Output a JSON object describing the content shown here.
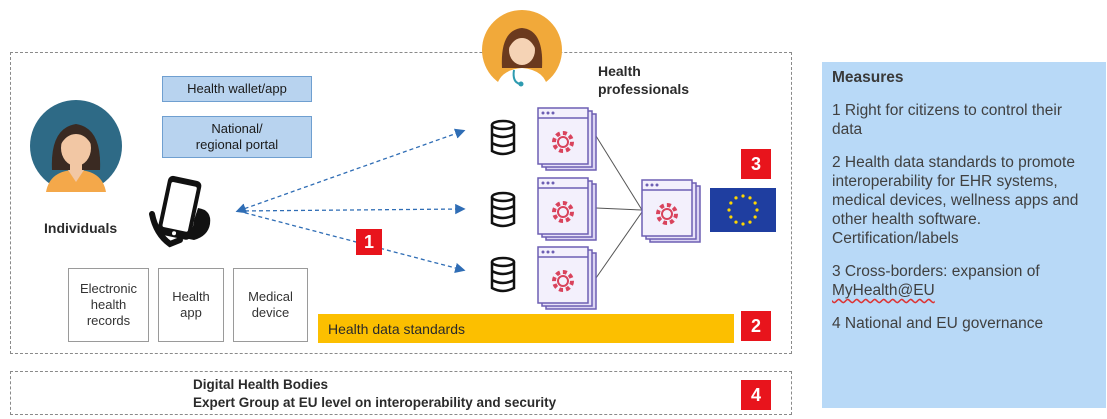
{
  "individuals": {
    "label": "Individuals",
    "options": [
      "Health wallet/app",
      "National/\nregional portal"
    ],
    "records": [
      "Electronic\nhealth\nrecords",
      "Health\napp",
      "Medical\ndevice"
    ]
  },
  "professionals": {
    "label": "Health\nprofessionals"
  },
  "standards_bar": {
    "label": "Health data standards"
  },
  "badges": [
    "1",
    "2",
    "3",
    "4"
  ],
  "bottom": {
    "line1": "Digital Health Bodies",
    "line2": "Expert Group at EU level on interoperability and security"
  },
  "measures": {
    "title": "Measures",
    "items": [
      "1 Right for citizens to control their data",
      "2 Health data standards to promote interoperability for EHR systems, medical devices, wellness apps and other health software. Certification/labels",
      "3 Cross-borders: expansion of",
      "MyHealth@EU",
      "4 National and EU governance"
    ]
  },
  "colors": {
    "badge": "#e8141c",
    "standards_bar": "#fcbf00",
    "measures_bg": "#b8d9f7",
    "eu_flag": "#1f3ea0",
    "app_window": "#dcd5f3",
    "gear": "#d9435c",
    "avatar_bg": "#2e6a86",
    "doctor_bg": "#f1a93a"
  },
  "icons": [
    "woman-avatar-icon",
    "doctor-avatar-icon",
    "smartphone-icon",
    "database-icon",
    "app-gear-icon",
    "eu-flag-icon"
  ]
}
